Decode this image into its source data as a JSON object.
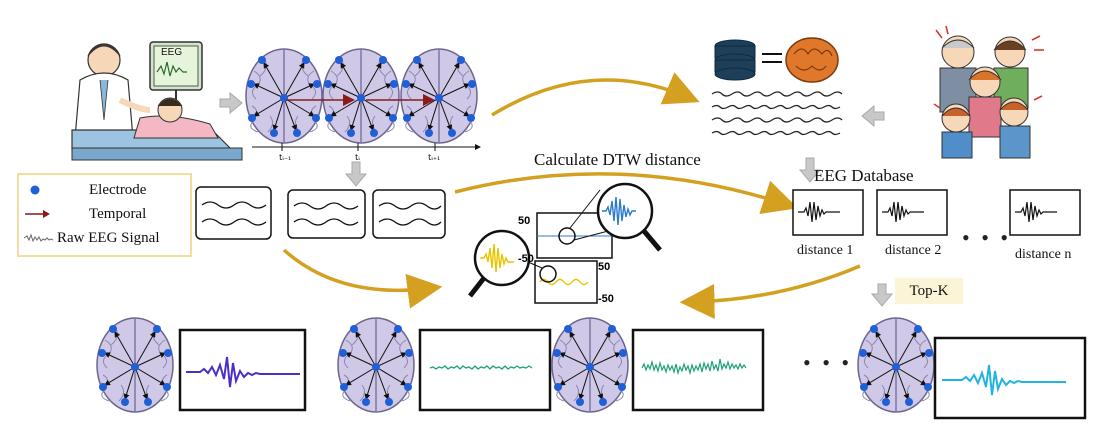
{
  "colors": {
    "arrow_gold": "#d4a020",
    "electrode": "#1f5fd8",
    "temporal": "#8b1a1a",
    "brain_fill": "#cfc8e6",
    "brain_stroke": "#6b6590",
    "gray_arrow": "#c8c8c8",
    "wave_blue": "#2c7cc9",
    "wave_yellow": "#e8c400",
    "wave_purple": "#4b2fc9",
    "wave_green": "#1fa07a",
    "wave_cyan": "#22b4e0"
  },
  "top": {
    "monitor_label": "EEG",
    "time_labels": [
      "tᵢ₋₁",
      "tᵢ",
      "tᵢ₊₁"
    ]
  },
  "middle": {
    "dtw_label": "Calculate DTW distance",
    "db_label": "EEG Database",
    "distance_labels": [
      "distance 1",
      "distance 2",
      "distance n"
    ],
    "ellipsis": "• • •",
    "axis_labels": [
      "50",
      "-50",
      "50",
      "-50"
    ]
  },
  "legend": {
    "electrode": "Electrode",
    "temporal": "Temporal",
    "raw": "Raw EEG Signal"
  },
  "topk_label": "Top-K",
  "bottom_ellipsis": "• • •"
}
